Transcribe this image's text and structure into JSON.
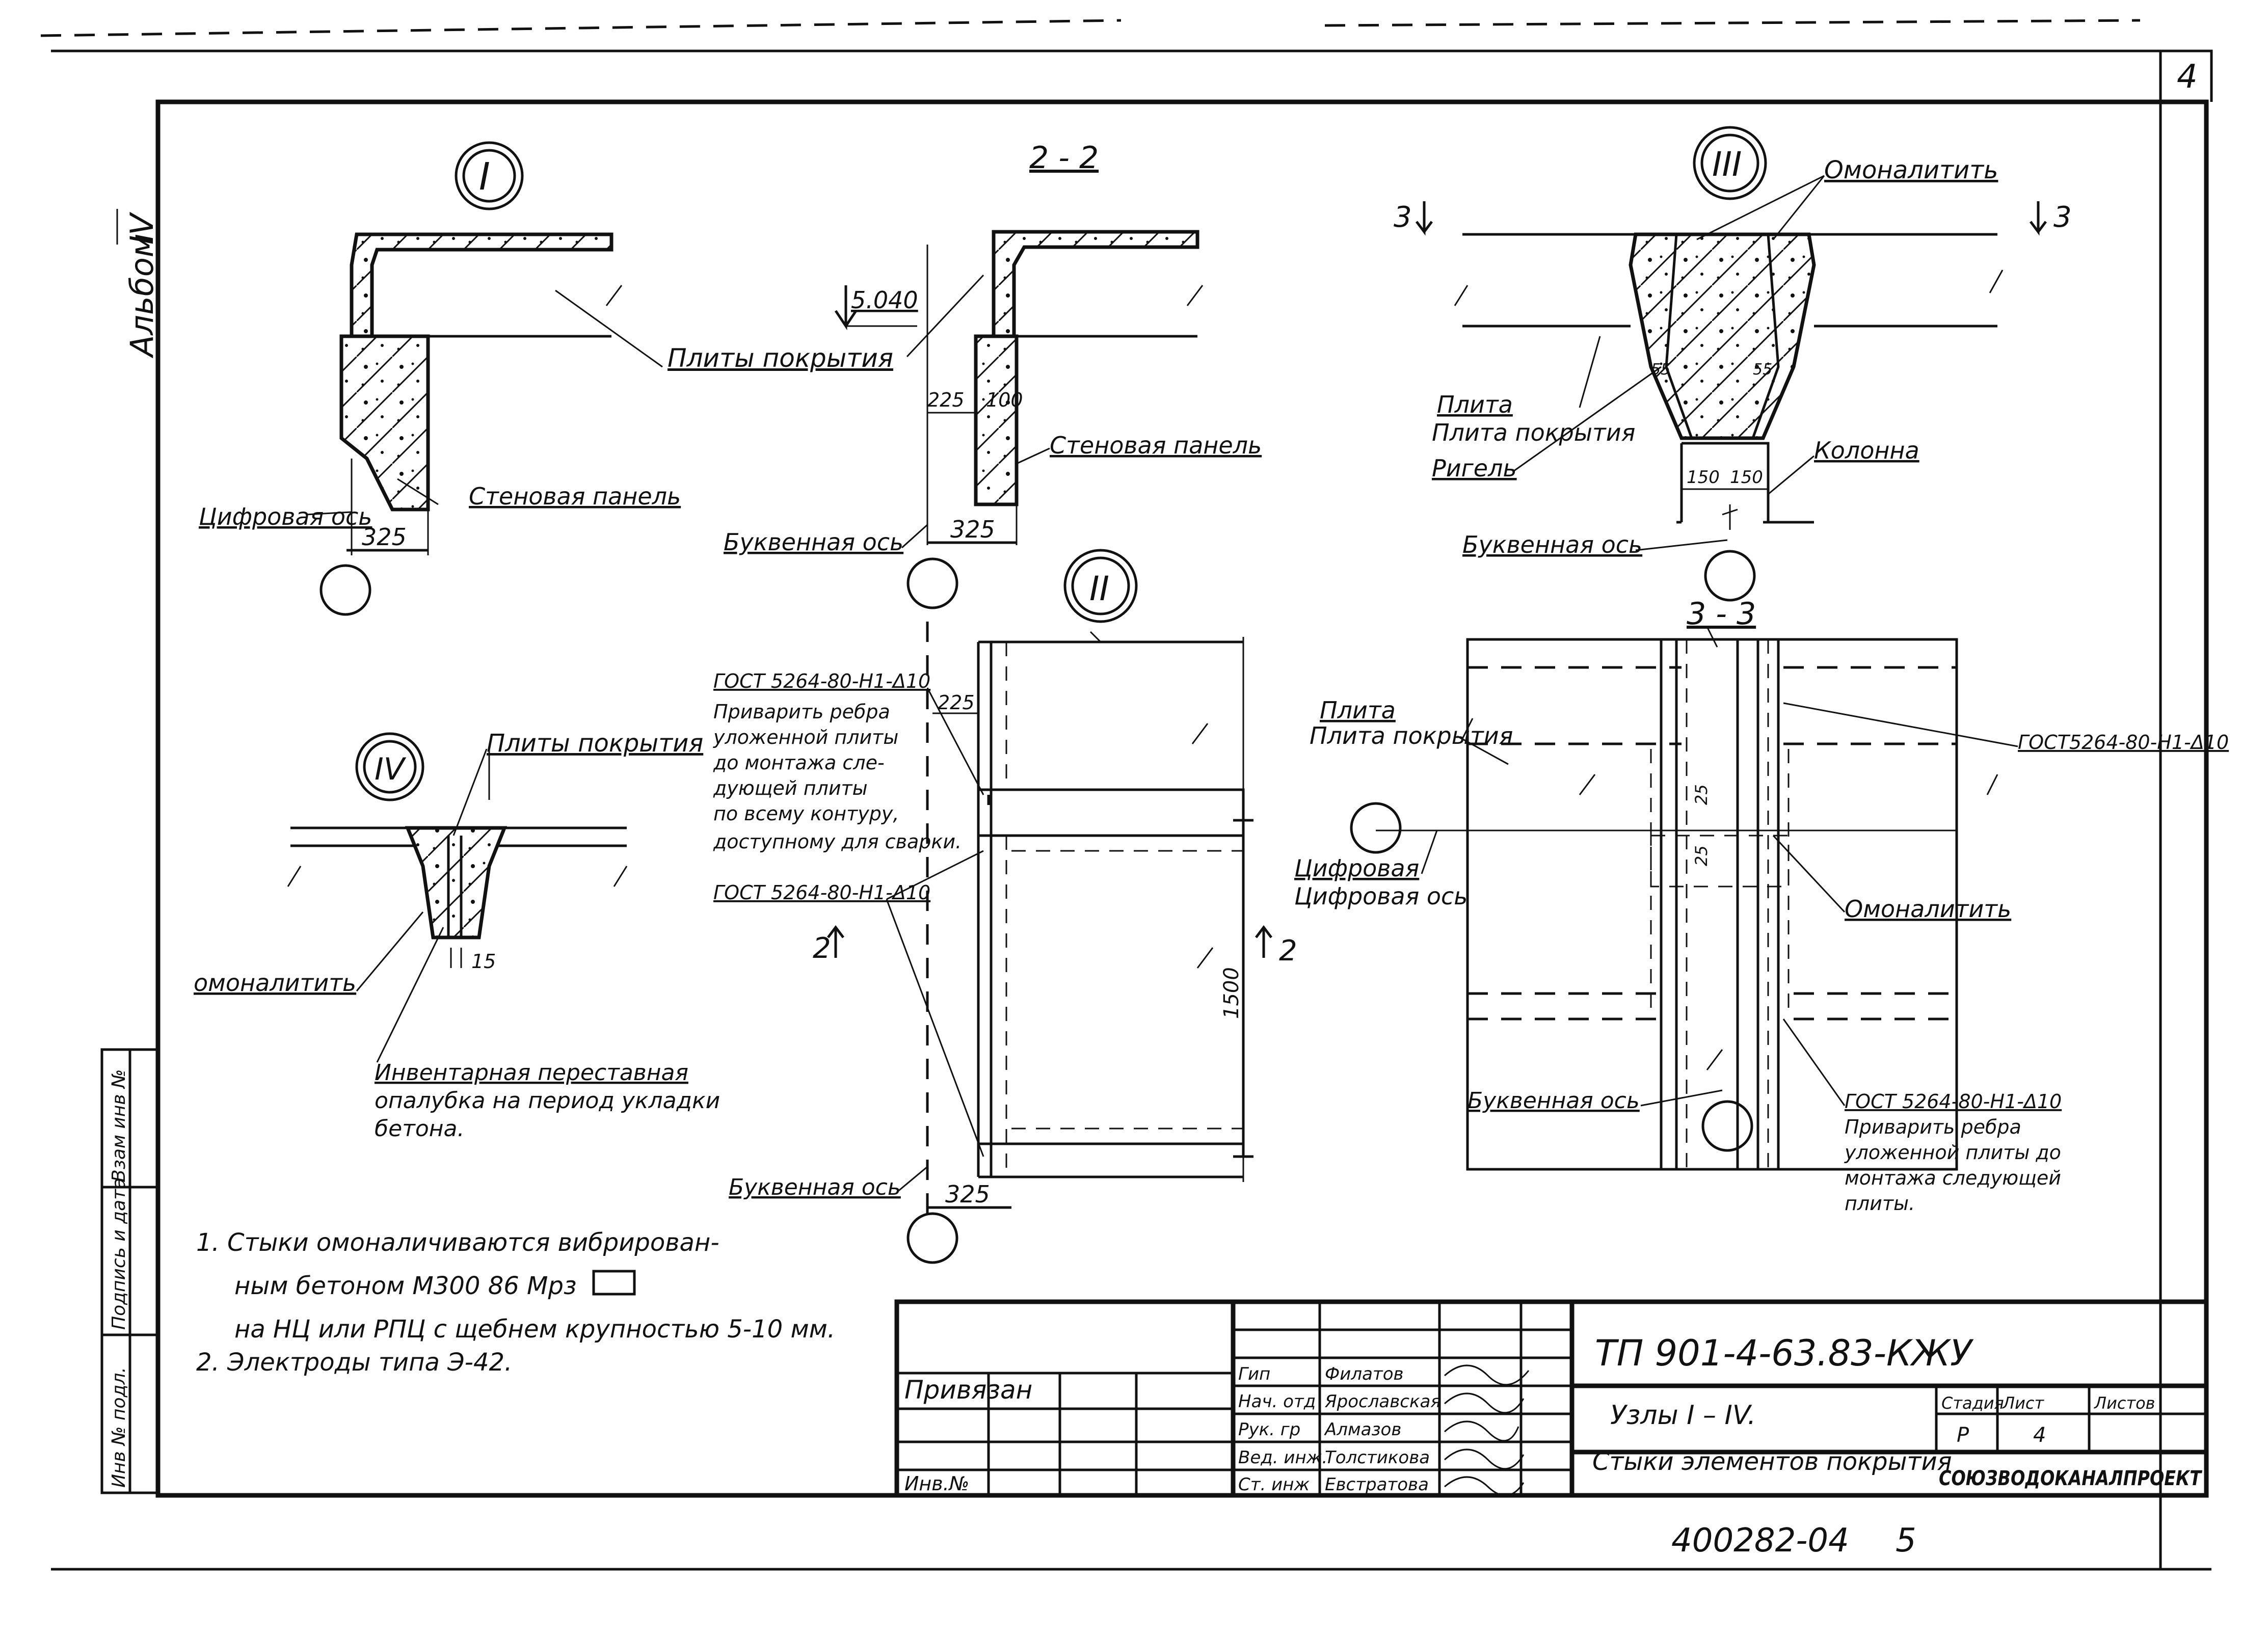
{
  "sheet": {
    "page_number": "4",
    "album_label": "Альбом",
    "album_number": "IV",
    "bottom_number": "400282-04",
    "bottom_copy": "5"
  },
  "sidebar": {
    "fields": [
      "Инв № подл.",
      "Подпись и дата",
      "Взам инв №"
    ]
  },
  "node1": {
    "marker": "I",
    "label_slabs": "Плиты покрытия",
    "label_wall": "Стеновая панель",
    "label_axis": "Цифровая ось",
    "dim": "325"
  },
  "section22": {
    "title": "2 - 2",
    "level": "5.040",
    "dim_225": "225",
    "dim_100": "100",
    "label_wall": "Стеновая панель",
    "label_axis": "Буквенная ось",
    "dim": "325"
  },
  "node3": {
    "marker": "III",
    "label_grout": "Омоналитить",
    "cut_mark": "3",
    "label_slab": "Плита покрытия",
    "label_beam": "Ригель",
    "label_column": "Колонна",
    "dim_55a": "55",
    "dim_55b": "55",
    "dim_150a": "150",
    "dim_150b": "150",
    "label_axis": "Буквенная ось"
  },
  "node4": {
    "marker": "IV",
    "label_slabs": "Плиты покрытия",
    "label_grout": "омоналитить",
    "dim": "15",
    "label_formwork": [
      "Инвентарная переставная",
      "опалубка на период укладки",
      "бетона."
    ]
  },
  "node2": {
    "marker": "II",
    "gost1": "ГОСТ 5264-80-Н1-Δ10",
    "note": [
      "Приварить ребра",
      "уложенной плиты",
      "до монтажа сле-",
      "дующей плиты",
      "по всему контуру,",
      "доступному для сварки."
    ],
    "gost2": "ГОСТ 5264-80-Н1-Δ10",
    "dim_225": "225",
    "dim_1500": "1500",
    "cut_mark": "2",
    "label_axis": "Буквенная ось",
    "dim": "325"
  },
  "section33": {
    "title": "3 - 3",
    "label_slab": "Плита покрытия",
    "gost_top": "ГОСТ5264-80-Н1-Δ10",
    "label_axis_digit": "Цифровая ось",
    "dim_25a": "25",
    "dim_25b": "25",
    "label_grout": "Омоналитить",
    "label_axis_letter": "Буквенная ось",
    "gost_bottom": "ГОСТ 5264-80-Н1-Δ10",
    "note": [
      "Приварить ребра",
      "уложенной плиты до",
      "монтажа следующей",
      "плиты."
    ]
  },
  "notes": {
    "n1_a": "1. Стыки омоналичиваются вибрирован-",
    "n1_b": "ным бетоном М300 86 Mрз",
    "n1_c": "на НЦ или РПЦ с щебнем крупностью 5-10 мм.",
    "n2": "2. Электроды типа Э-42."
  },
  "title_block": {
    "bound_label": "Привязан",
    "inv_label": "Инв.№",
    "roles": [
      "Гип",
      "Нач. отд",
      "Рук. гр",
      "Вед. инж.",
      "Ст. инж"
    ],
    "names": [
      "Филатов",
      "Ярославская",
      "Алмазов",
      "Толстикова",
      "Евстратова"
    ],
    "project_code": "ТП 901-4-63.83-КЖУ",
    "sheet_title_1": "Узлы I – IV.",
    "sheet_title_2": "Стыки элементов покрытия",
    "col_stage": "Стадия",
    "col_sheet": "Лист",
    "col_sheets": "Листов",
    "stage": "Р",
    "sheet_no": "4",
    "org": "СОЮЗВОДОКАНАЛПРОЕКТ"
  }
}
